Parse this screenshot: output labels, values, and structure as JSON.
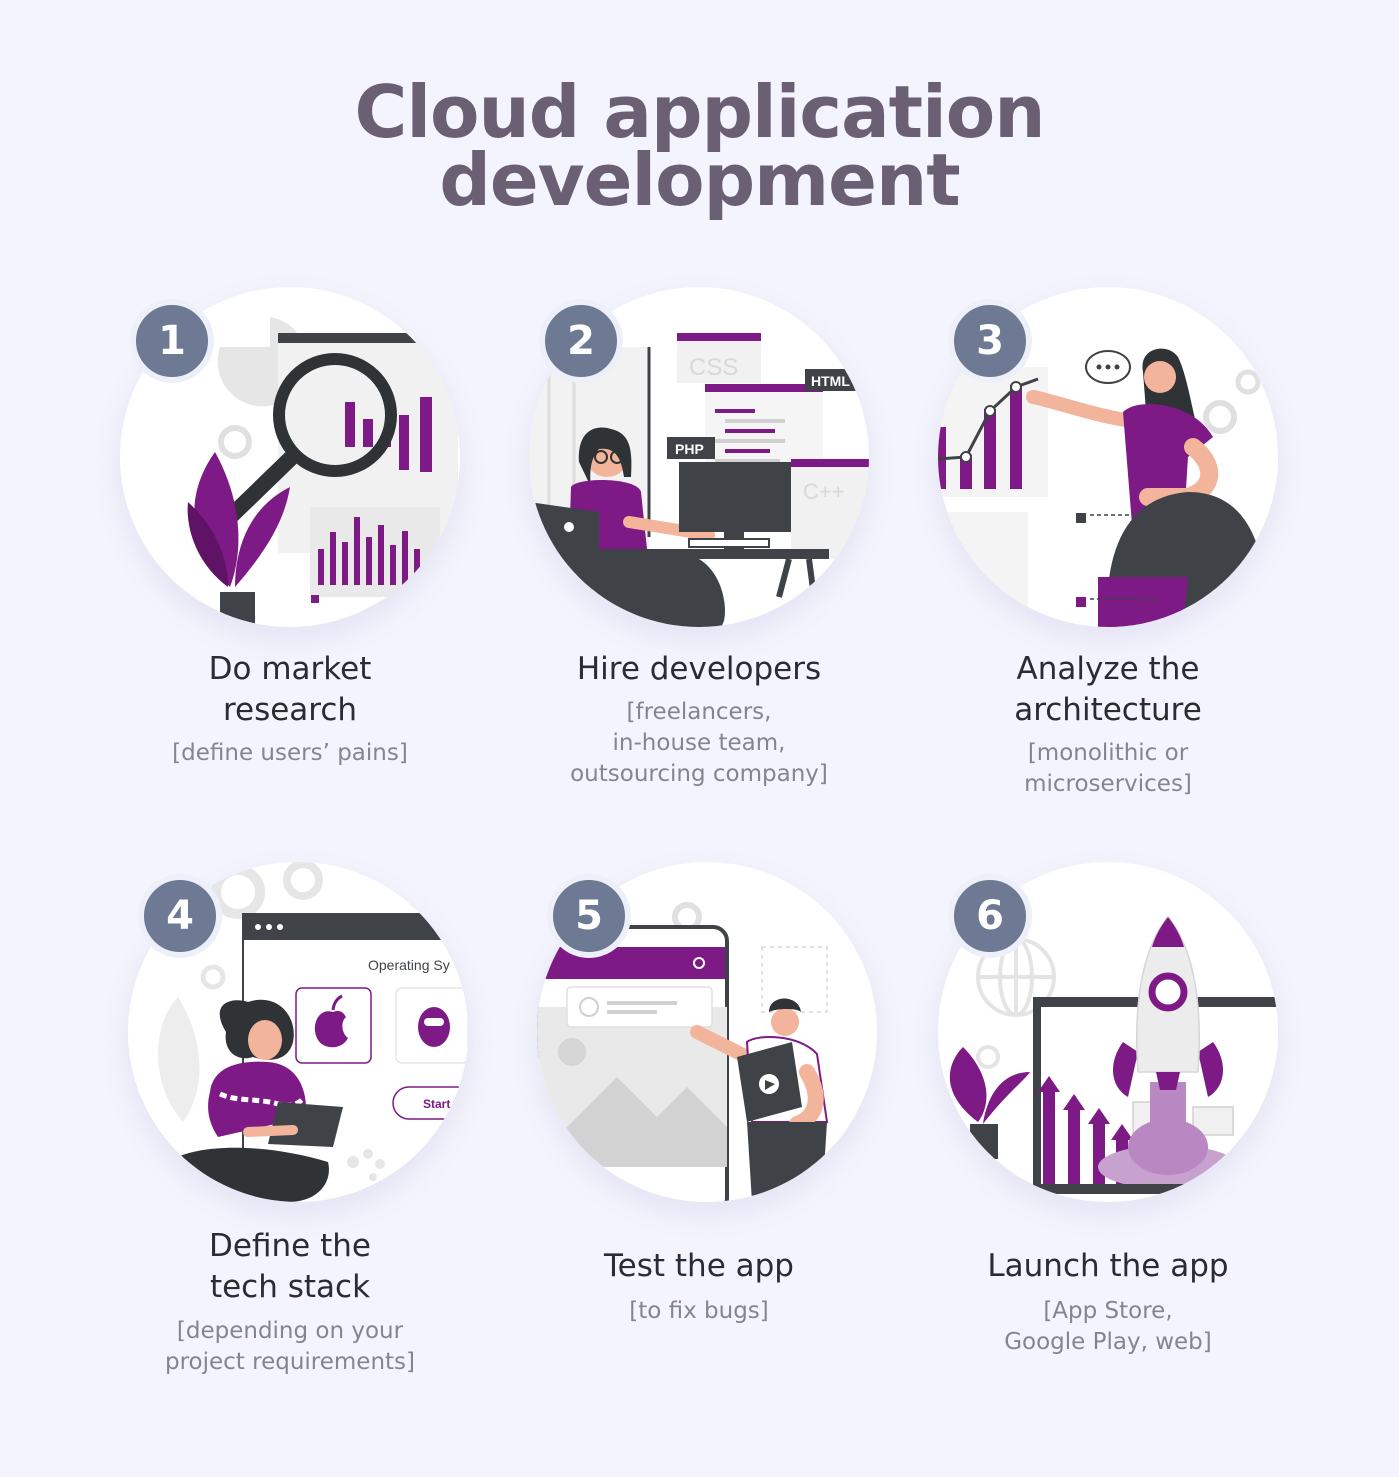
{
  "title": {
    "line1": "Cloud application",
    "line2": "development"
  },
  "colors": {
    "accent": "#7e1a86",
    "badge": "#6e7a93",
    "title": "#6b5f74",
    "dark": "#3f4348"
  },
  "steps": [
    {
      "number": "1",
      "heading": [
        "Do market",
        "research"
      ],
      "sub": [
        "[define users’ pains]"
      ]
    },
    {
      "number": "2",
      "heading": [
        "Hire developers"
      ],
      "sub": [
        "[freelancers,",
        "in-house team,",
        "outsourcing company]"
      ],
      "labels": {
        "css": "CSS",
        "html": "HTML",
        "php": "PHP",
        "cpp": "C++"
      }
    },
    {
      "number": "3",
      "heading": [
        "Analyze the",
        "architecture"
      ],
      "sub": [
        "[monolithic or",
        "microservices]"
      ]
    },
    {
      "number": "4",
      "heading": [
        "Define the",
        "tech stack"
      ],
      "sub": [
        "[depending on your",
        "project requirements]"
      ],
      "labels": {
        "os": "Operating Sy",
        "start": "Start"
      }
    },
    {
      "number": "5",
      "heading": [
        "Test the app"
      ],
      "sub": [
        "[to fix bugs]"
      ]
    },
    {
      "number": "6",
      "heading": [
        "Launch the app"
      ],
      "sub": [
        "[App Store,",
        "Google Play, web]"
      ]
    }
  ]
}
